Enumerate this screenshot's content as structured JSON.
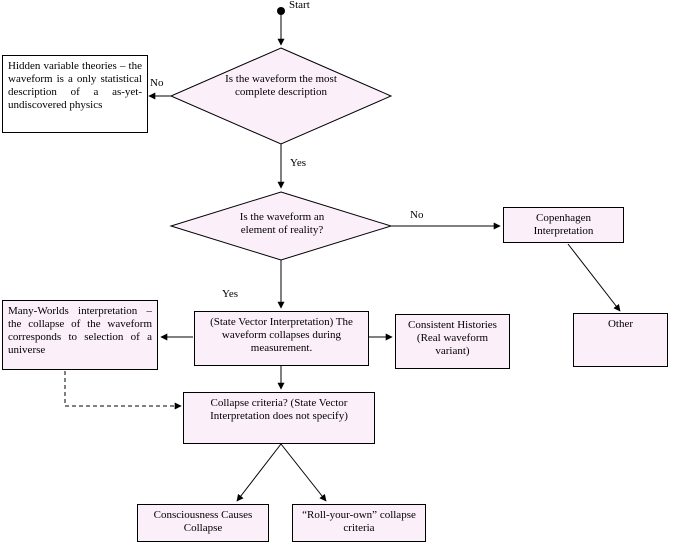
{
  "start_label": "Start",
  "decisions": {
    "complete": "Is the waveform the most complete description",
    "reality": "Is the waveform an element of reality?"
  },
  "edges": {
    "no_1": "No",
    "yes_1": "Yes",
    "no_2": "No",
    "yes_2": "Yes"
  },
  "boxes": {
    "hidden_variable": "Hidden variable theories – the waveform is a only statistical description of a as-yet-undiscovered physics",
    "copenhagen": "Copenhagen Interpretation",
    "other": "Other",
    "many_worlds": "Many-Worlds interpretation – the collapse of the waveform corresponds to selection of a universe",
    "state_vector": "(State Vector Interpretation) The waveform collapses during measurement.",
    "consistent": "Consistent Histories (Real waveform variant)",
    "collapse_criteria": "Collapse criteria? (State Vector Interpretation does not specify)",
    "consciousness": "Consciousness Causes Collapse",
    "roll_your_own": "“Roll-your-own” collapse criteria"
  },
  "colors": {
    "decision_fill": "#fbeffa",
    "box_fill": "#fbeffa",
    "line": "#000000"
  }
}
